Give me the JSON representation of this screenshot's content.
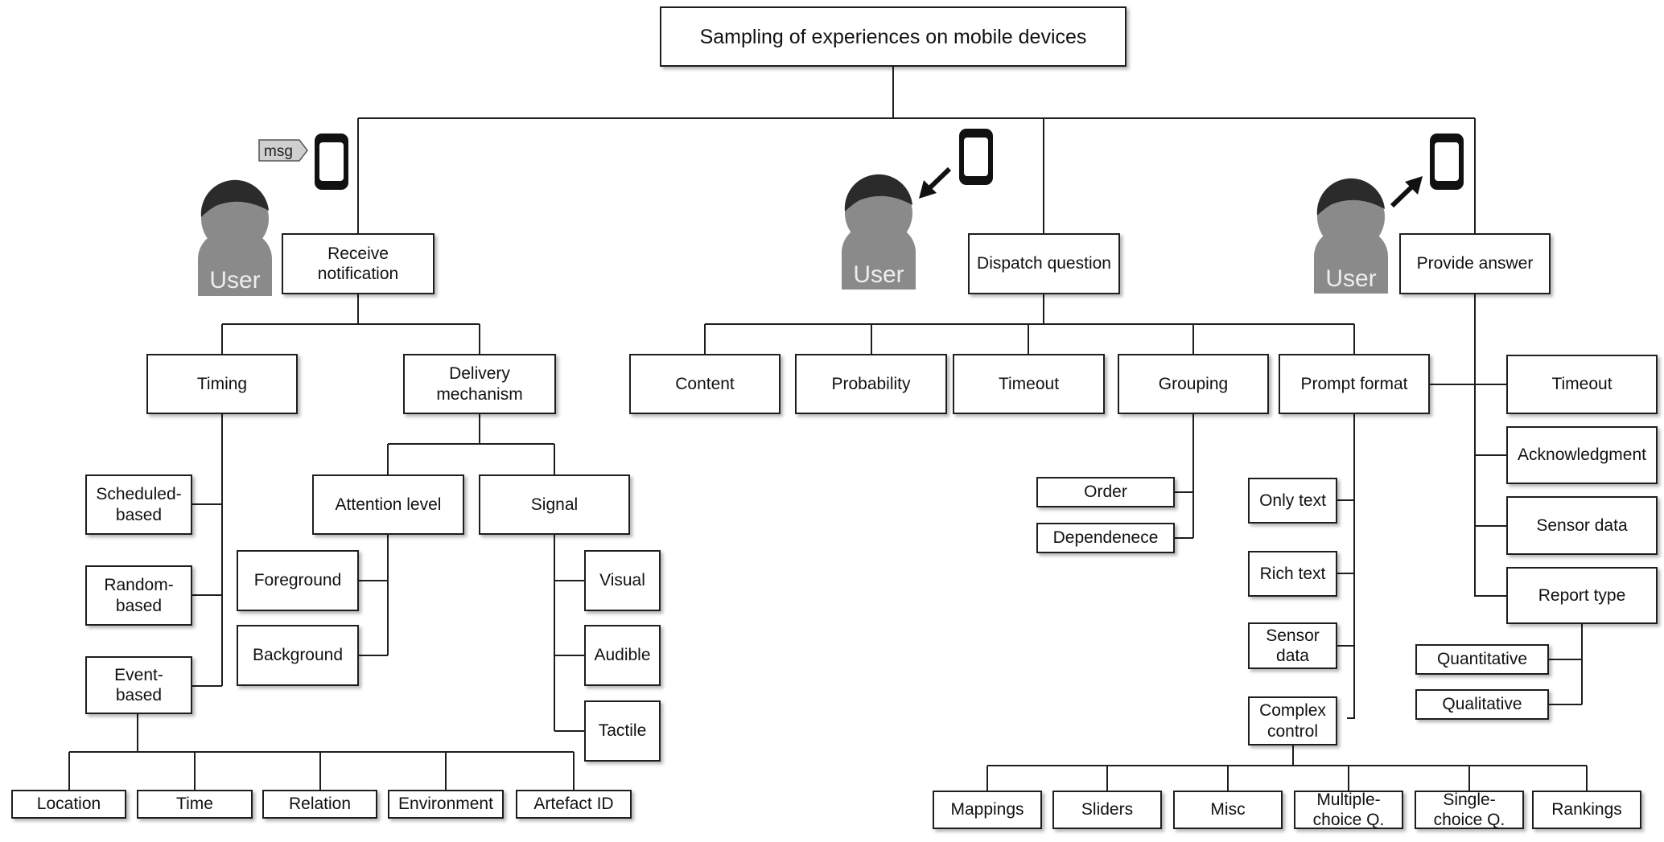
{
  "diagram": {
    "root": "Sampling of experiences on mobile devices",
    "branches": {
      "receive": {
        "label": "Receive\nnotification",
        "timing": {
          "label": "Timing",
          "items": [
            "Scheduled-\nbased",
            "Random-\nbased",
            "Event-\nbased"
          ],
          "event_children": [
            "Location",
            "Time",
            "Relation",
            "Environment",
            "Artefact ID"
          ]
        },
        "delivery": {
          "label": "Delivery\nmechanism",
          "attention": {
            "label": "Attention level",
            "items": [
              "Foreground",
              "Background"
            ]
          },
          "signal": {
            "label": "Signal",
            "items": [
              "Visual",
              "Audible",
              "Tactile"
            ]
          }
        }
      },
      "dispatch": {
        "label": "Dispatch question",
        "children": [
          "Content",
          "Probability",
          "Timeout",
          "Grouping",
          "Prompt format"
        ],
        "grouping_items": [
          "Order",
          "Dependenece"
        ],
        "prompt_items": [
          "Only text",
          "Rich text",
          "Sensor\ndata",
          "Complex\ncontrol"
        ],
        "complex_children": [
          "Mappings",
          "Sliders",
          "Misc",
          "Multiple-\nchoice Q.",
          "Single-\nchoice Q.",
          "Rankings"
        ]
      },
      "answer": {
        "label": "Provide answer",
        "children": [
          "Timeout",
          "Acknowledgment",
          "Sensor data",
          "Report type"
        ],
        "report_items": [
          "Quantitative",
          "Qualitative"
        ]
      }
    },
    "user_label": "User",
    "msg_label": "msg",
    "icons": [
      "user-avatar-icon",
      "mobile-phone-icon",
      "message-tag-icon",
      "arrow-icon"
    ],
    "colors": {
      "line": "#1e1e1e",
      "box_border": "#1e1e1e",
      "avatar": "#8a8a8a",
      "avatar_hair": "#2b2b2b"
    }
  }
}
